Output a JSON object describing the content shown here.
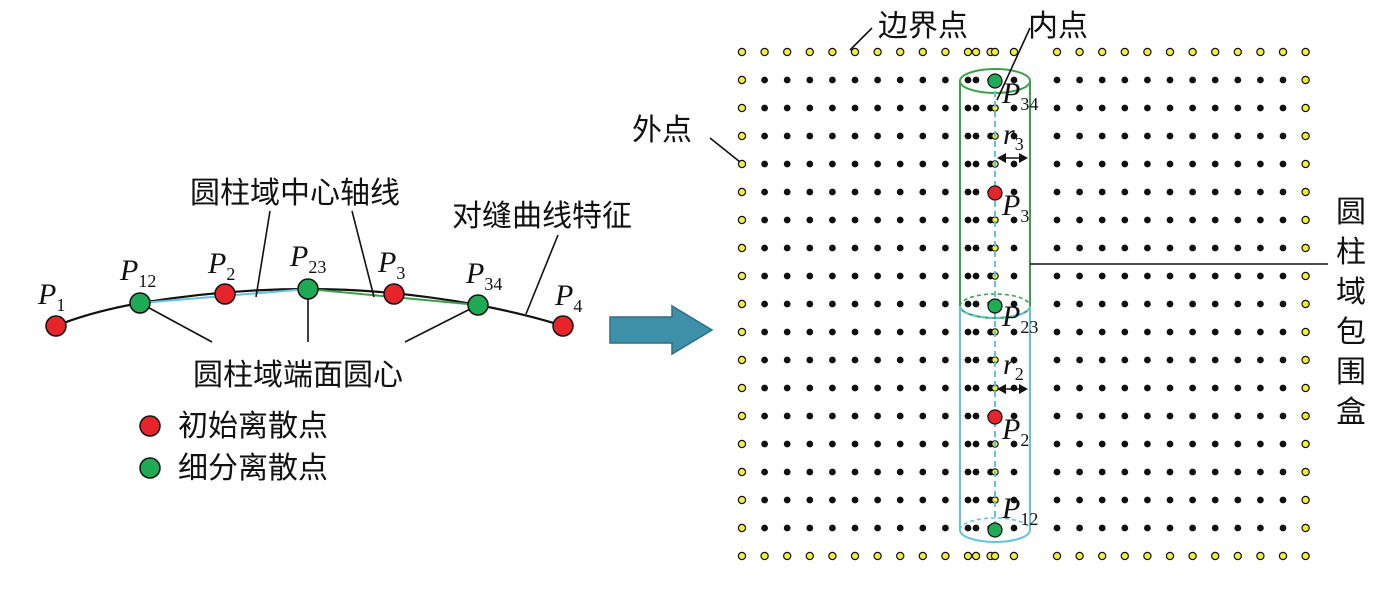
{
  "left": {
    "points": [
      {
        "id": "P1",
        "base": "P",
        "sub": "1",
        "kind": "initial"
      },
      {
        "id": "P12",
        "base": "P",
        "sub": "12",
        "kind": "subdivided"
      },
      {
        "id": "P2",
        "base": "P",
        "sub": "2",
        "kind": "initial"
      },
      {
        "id": "P23",
        "base": "P",
        "sub": "23",
        "kind": "subdivided"
      },
      {
        "id": "P3",
        "base": "P",
        "sub": "3",
        "kind": "initial"
      },
      {
        "id": "P34",
        "base": "P",
        "sub": "34",
        "kind": "subdivided"
      },
      {
        "id": "P4",
        "base": "P",
        "sub": "4",
        "kind": "initial"
      }
    ],
    "labels": {
      "axis": "圆柱域中心轴线",
      "seam": "对缝曲线特征",
      "endcenter": "圆柱域端面圆心"
    },
    "legend": [
      {
        "label": "初始离散点",
        "color": "#e8242b"
      },
      {
        "label": "细分离散点",
        "color": "#1faa55"
      }
    ]
  },
  "right": {
    "labels": {
      "boundary": "边界点",
      "inner": "内点",
      "outer": "外点",
      "bbox": [
        "圆",
        "柱",
        "域",
        "包",
        "围",
        "盒"
      ]
    },
    "points": [
      {
        "id": "P34",
        "base": "P",
        "sub": "34"
      },
      {
        "id": "P3",
        "base": "P",
        "sub": "3"
      },
      {
        "id": "P23",
        "base": "P",
        "sub": "23"
      },
      {
        "id": "P2",
        "base": "P",
        "sub": "2"
      },
      {
        "id": "P12",
        "base": "P",
        "sub": "12"
      }
    ],
    "radii": [
      {
        "base": "r",
        "sub": "3"
      },
      {
        "base": "r",
        "sub": "2"
      }
    ]
  },
  "colors": {
    "initial": "#e8242b",
    "subdivided": "#1faa55",
    "boundary": "#f3ef3a",
    "outer": "#111111",
    "cyl_green": "#3aa14a",
    "cyl_blue": "#63c3df",
    "arrow": "#3e8fa8"
  }
}
